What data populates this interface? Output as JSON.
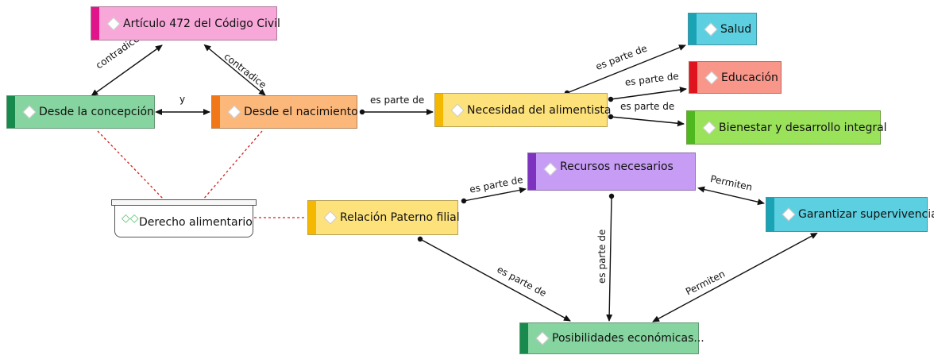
{
  "nodes": {
    "articulo": {
      "label": "Artículo 472 del Código Civil",
      "fill": "#f7a8d8",
      "accent": "#e0158a"
    },
    "concepcion": {
      "label": "Desde la concepción",
      "fill": "#86d4a0",
      "accent": "#188a4d"
    },
    "nacimiento": {
      "label": "Desde el nacimiento",
      "fill": "#fcb77a",
      "accent": "#f07818"
    },
    "necesidad": {
      "label": "Necesidad del alimentista",
      "fill": "#fde17a",
      "accent": "#f5b800"
    },
    "salud": {
      "label": "Salud",
      "fill": "#5ccfe0",
      "accent": "#1aa3b4"
    },
    "educacion": {
      "label": "Educación",
      "fill": "#f8968a",
      "accent": "#e0141e"
    },
    "bienestar": {
      "label": "Bienestar y desarrollo integral",
      "fill": "#9ae25a",
      "accent": "#4fb820"
    },
    "recursos": {
      "label": "Recursos necesarios",
      "fill": "#c79cf5",
      "accent": "#7d33c0"
    },
    "relacion": {
      "label": "Relación Paterno filial",
      "fill": "#fde17a",
      "accent": "#f5b800"
    },
    "garantizar": {
      "label": "Garantizar  supervivencia",
      "fill": "#5ccfe0",
      "accent": "#1aa3b4"
    },
    "posibilidades": {
      "label": "Posibilidades económicas...",
      "fill": "#86d4a0",
      "accent": "#188a4d"
    },
    "derecho": {
      "label": "Derecho alimentario",
      "icon": "link-icon"
    }
  },
  "links": {
    "contradice_left": "contradice",
    "contradice_right": "contradice",
    "y": "y",
    "es_parte_1": "es parte de",
    "es_parte_salud": "es parte de",
    "es_parte_educacion": "es parte de",
    "es_parte_bienestar": "es parte de",
    "es_parte_recursos": "es parte de",
    "es_parte_vertical": "es parte de",
    "es_parte_pos": "es parte de",
    "permiten_top": "Permiten",
    "permiten_bottom": "Permiten"
  },
  "colors": {
    "line": "#111111",
    "dotted": "#d0201a"
  }
}
